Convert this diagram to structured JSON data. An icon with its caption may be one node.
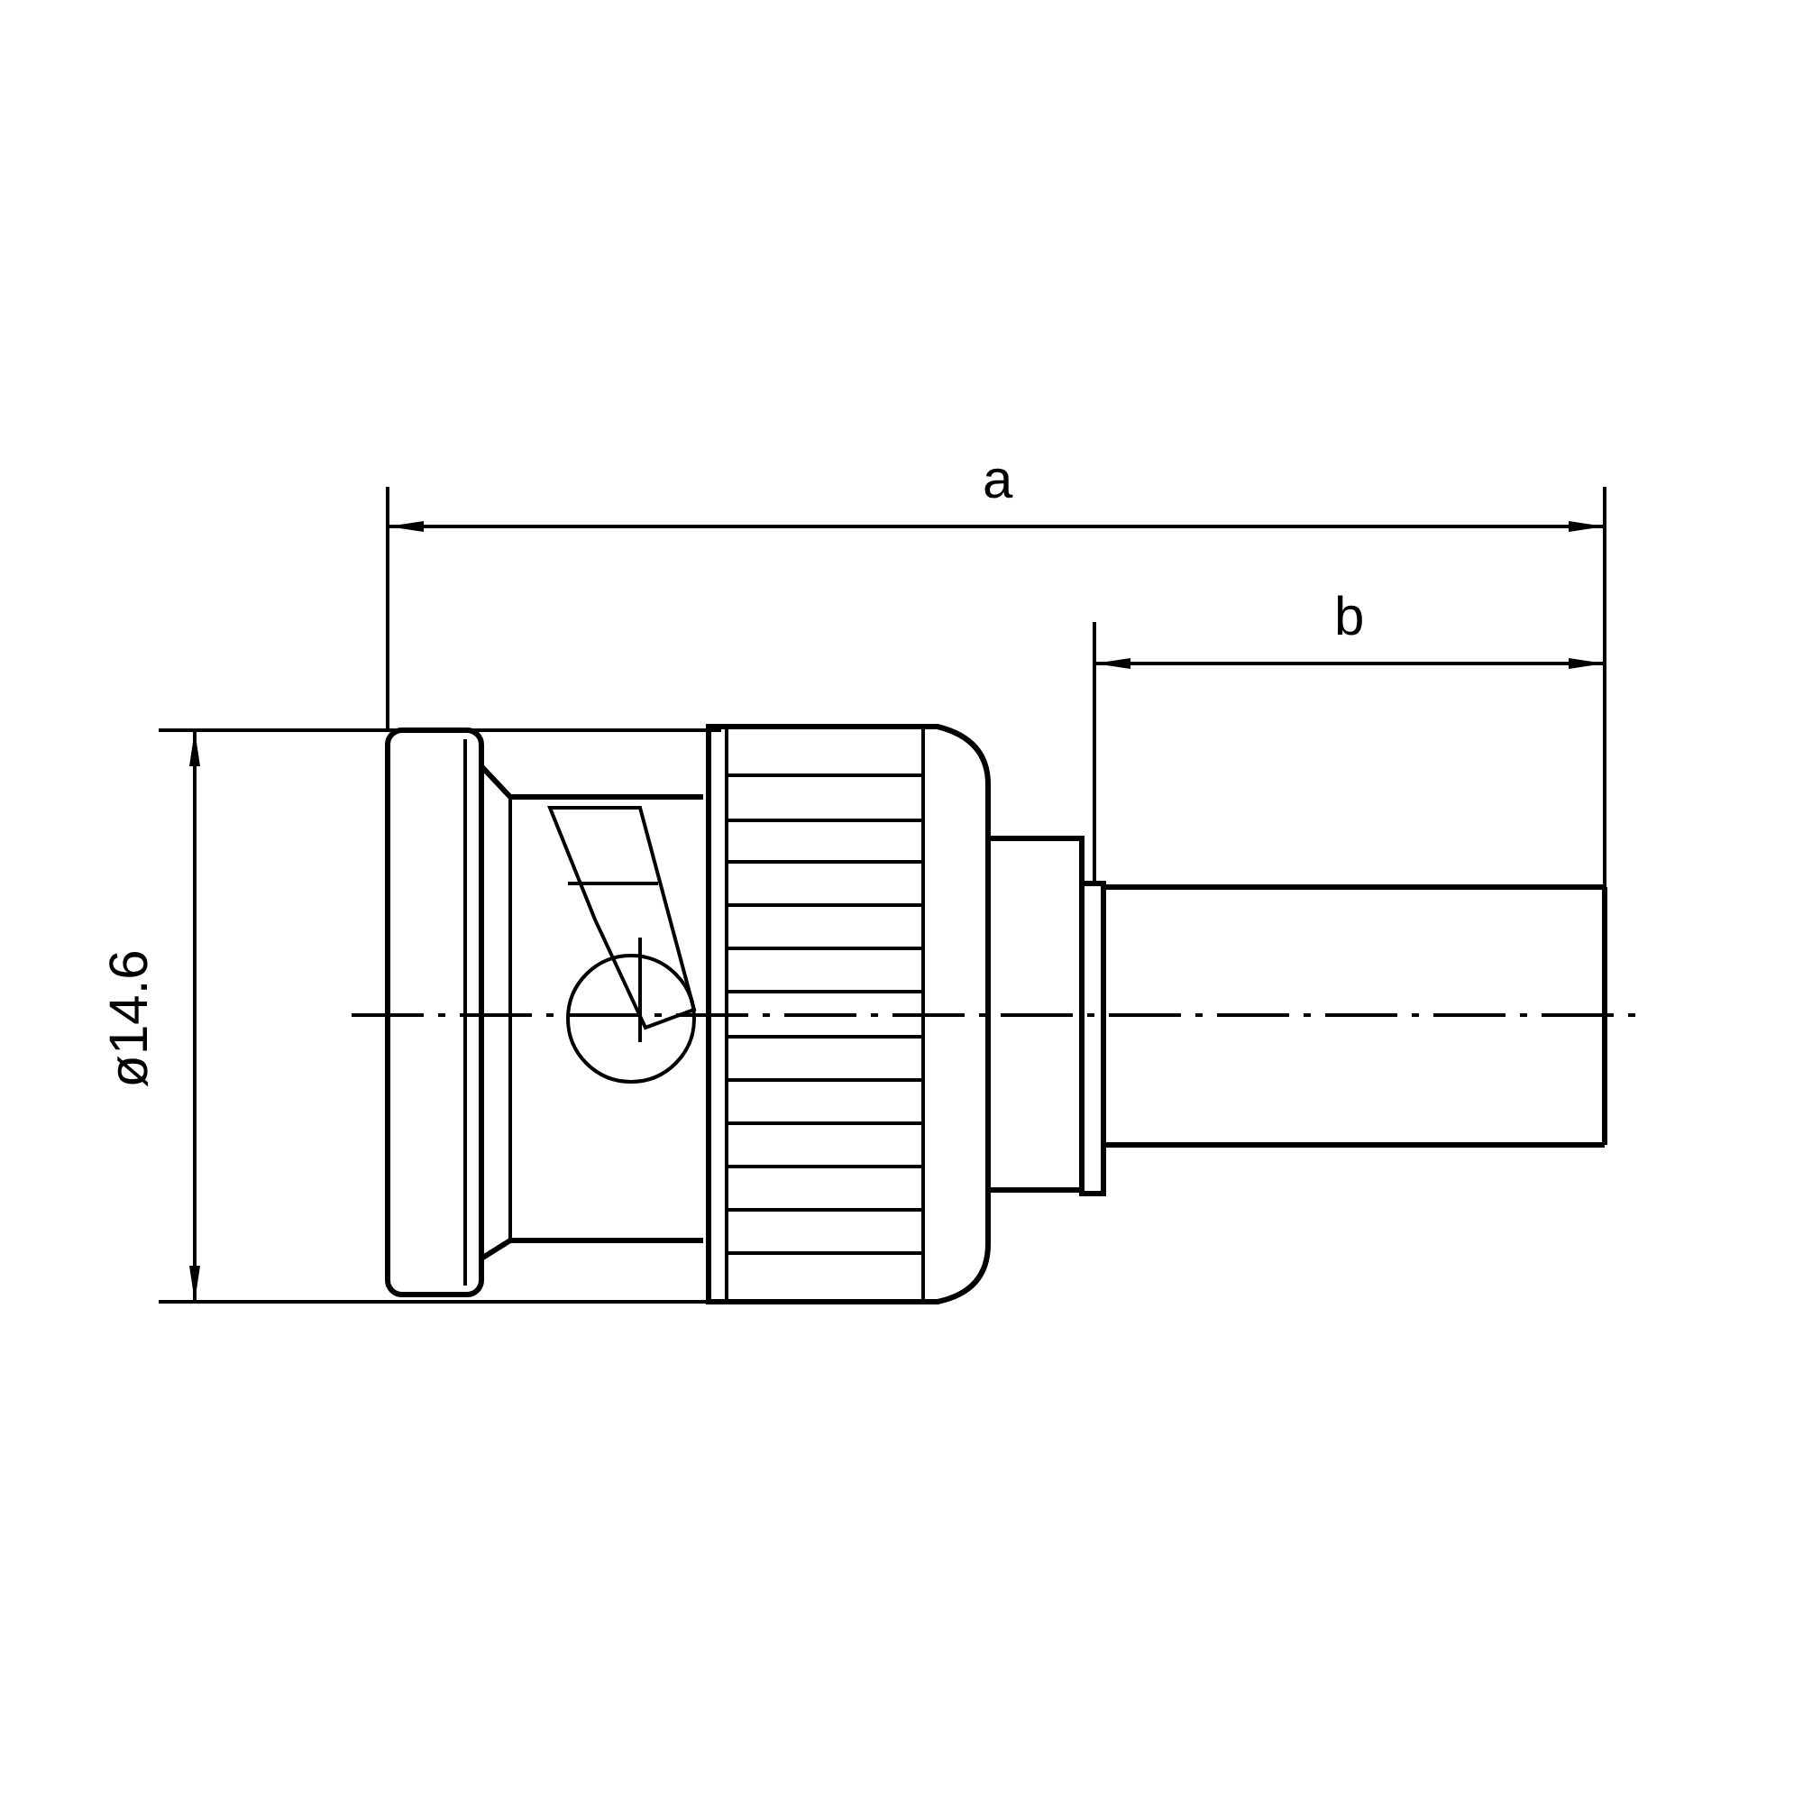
{
  "diagram": {
    "labels": [
      "a",
      "b",
      "ø14.6"
    ]
  }
}
